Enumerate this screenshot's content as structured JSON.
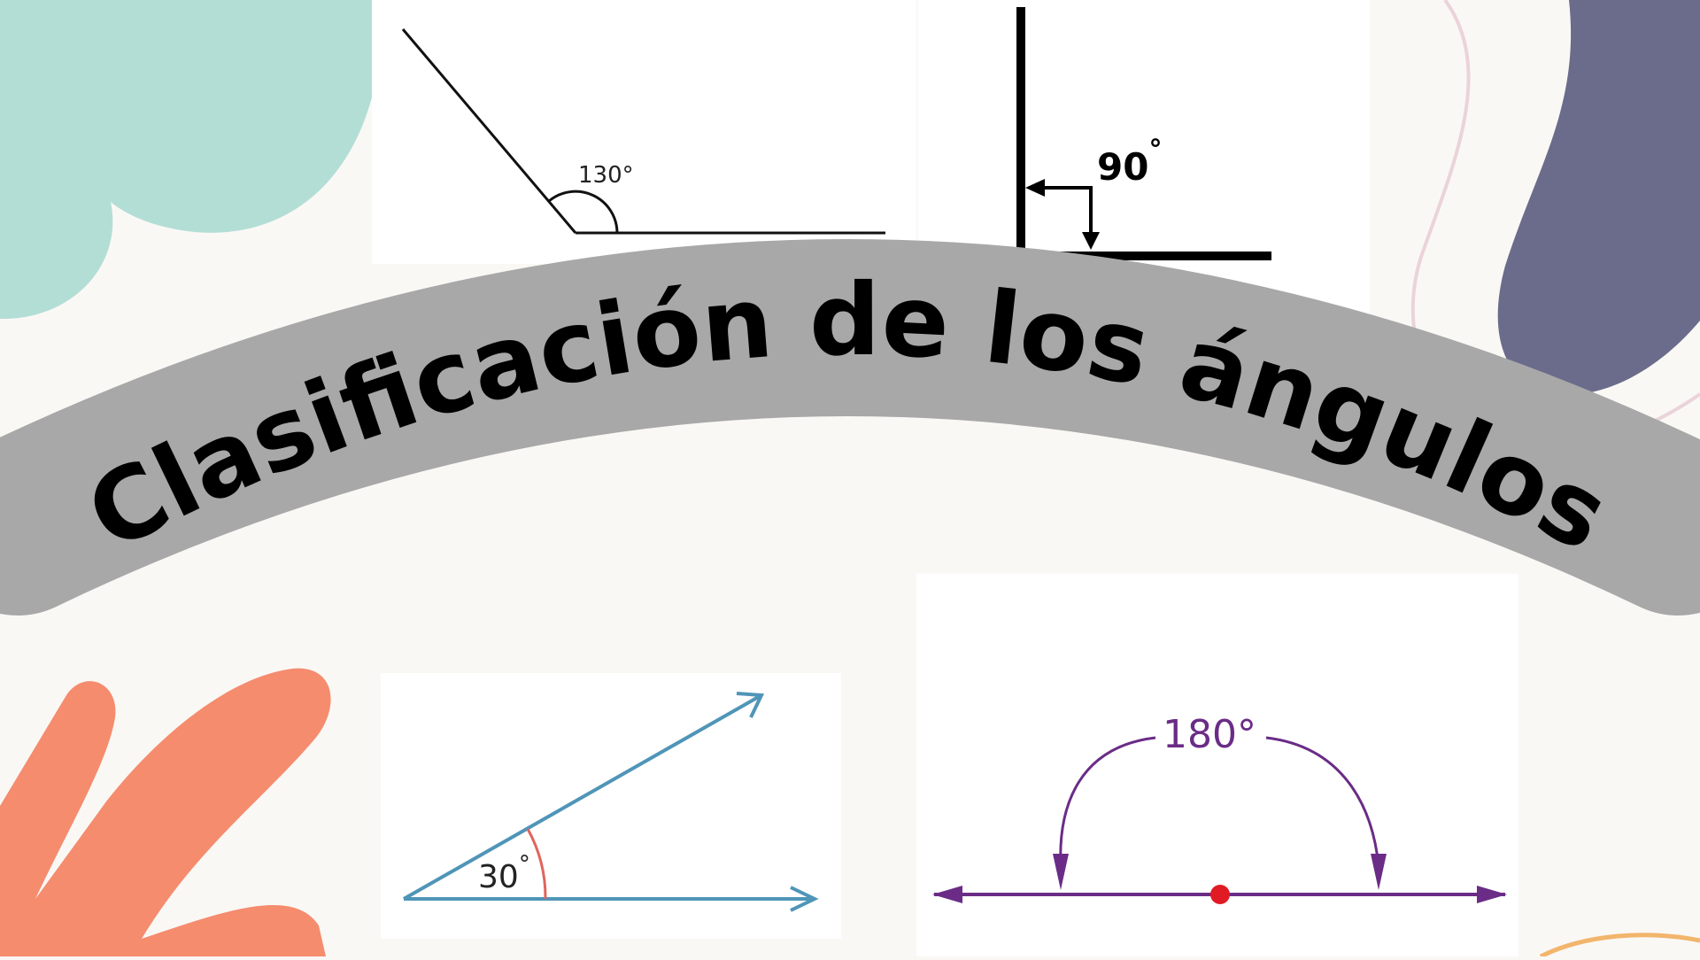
{
  "title": "Clasificación de los ángulos",
  "angles": [
    {
      "id": "obtuse",
      "label": "130°",
      "degrees": 130
    },
    {
      "id": "right",
      "label": "90",
      "label_mark": "°",
      "degrees": 90
    },
    {
      "id": "acute",
      "label": "30",
      "label_mark": "°",
      "degrees": 30
    },
    {
      "id": "straight",
      "label": "180°",
      "degrees": 180
    }
  ],
  "colors": {
    "background": "#faf8f5",
    "banner": "#a8a8a8",
    "title_text": "#000000",
    "blob_teal": "#b3ded6",
    "blob_slate": "#6b6c8b",
    "blob_coral": "#f58c6e",
    "acute_line": "#4f95b8",
    "acute_arc": "#e0655c",
    "straight_line": "#6a2c86",
    "straight_dot": "#e01b24"
  }
}
